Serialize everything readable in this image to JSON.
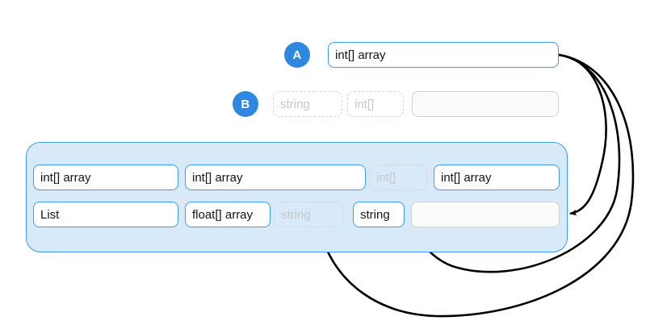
{
  "diagram": {
    "title": "type-slot-assignment-diagram",
    "colors": {
      "accent_blue": "#3d9bf0",
      "badge_blue": "#2f88e0",
      "panel_fill": "#d8eaf9",
      "ghost_text": "#c8c8c8",
      "ghost_border": "#d5d5d5",
      "gray_border": "#d2d2d2",
      "arrow": "#000000",
      "text": "#141414",
      "background": "#ffffff"
    }
  },
  "rows": {
    "a": {
      "badge_label": "A",
      "field": {
        "label": "int[] array",
        "style": "solid-blue"
      }
    },
    "b": {
      "badge_label": "B",
      "fields": [
        {
          "label": "string",
          "style": "ghost"
        },
        {
          "label": "int[]",
          "style": "ghost"
        },
        {
          "label": "",
          "style": "solid-gray"
        }
      ]
    }
  },
  "panel": {
    "row1": [
      {
        "label": "int[] array",
        "style": "solid-blue"
      },
      {
        "label": "int[] array",
        "style": "solid-blue"
      },
      {
        "label": "int[]",
        "style": "ghost"
      },
      {
        "label": "int[] array",
        "style": "solid-blue"
      }
    ],
    "row2": [
      {
        "label": "List",
        "style": "solid-blue"
      },
      {
        "label": "float[] array",
        "style": "solid-blue"
      },
      {
        "label": "string",
        "style": "ghost"
      },
      {
        "label": "string",
        "style": "solid-blue"
      },
      {
        "label": "",
        "style": "solid-gray"
      }
    ]
  },
  "connectors": [
    {
      "name": "a-to-panel-empty-slot",
      "from": "row-a-field",
      "to": "panel-row2-empty"
    },
    {
      "name": "a-to-ghost-int-array",
      "from": "row-a-field",
      "to": "panel-row1-ghost-int"
    },
    {
      "name": "a-to-ghost-string",
      "from": "row-a-field",
      "to": "panel-row2-ghost-string"
    }
  ]
}
